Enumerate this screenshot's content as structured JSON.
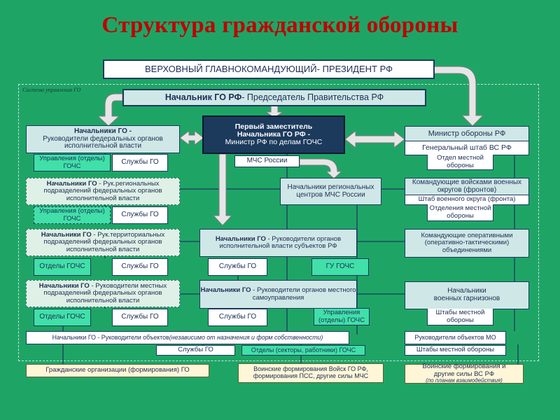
{
  "title": "Структура гражданской обороны",
  "system_label": "Система управления ГО",
  "supreme": {
    "bold": "ВЕРХОВНЫЙ ГЛАВНОКОМАНДУЮЩИЙ",
    "rest": " - ПРЕЗИДЕНТ РФ"
  },
  "chief": {
    "bold": "Начальник ГО РФ",
    "rest": " - Председатель Правительства РФ"
  },
  "first_deputy": {
    "line1": "Первый заместитель",
    "line2": "Начальника ГО РФ -",
    "line3": "Министр РФ по делам ГОЧС"
  },
  "mchs": "МЧС России",
  "minister_defense": "Министр обороны РФ",
  "general_staff": "Генеральный штаб ВС РФ",
  "local_defense_dept": "Отдел местной обороны",
  "federal_heads": {
    "bold": "Начальники ГО -",
    "rest": "Руководители федеральных органов исполнительной власти"
  },
  "gochs_depts_1": "Управления (отделы) ГОЧС",
  "go_services_1": "Службы ГО",
  "regional_heads": {
    "bold": "Начальники ГО",
    "rest": " - Рук.региональных подразделений федеральных органов исполнительной власти"
  },
  "gochs_depts_2": "Управления (отделы) ГОЧС",
  "go_services_2": "Службы ГО",
  "regional_centers": "Начальники региональных центров МЧС России",
  "district_commanders": "Командующие войсками военных округов (фронтов)",
  "district_hq": "Штаб военного округа (фронта)",
  "local_defense_depts": "Отделения местной обороны",
  "territorial_heads": {
    "bold": "Начальники ГО",
    "rest": " - Рук.территориальных подразделений федеральных органов исполнительной власти"
  },
  "subjects_heads": {
    "bold": "Начальники ГО",
    "rest": " - Руководители органов исполнительной власти субъектов РФ"
  },
  "operational_commanders": "Командующие оперативными (оперативно-тактическими) объединениями",
  "gochs_depts_3": "Отделы ГОЧС",
  "go_services_3": "Службы ГО",
  "go_services_4": "Службы ГО",
  "gu_gochs": "ГУ ГОЧС",
  "local_federal_heads": {
    "bold": "Начальники ГО",
    "rest": " - Руководители местных подразделений федеральных органов исполнительной власти"
  },
  "local_gov_heads": {
    "bold": "Начальники ГО",
    "rest": " - Руководители органов местного самоуправления"
  },
  "garrison_heads": "Начальники военных гарнизонов",
  "gochs_depts_4": "Отделы ГОЧС",
  "go_services_5": "Службы ГО",
  "go_services_6": "Службы ГО",
  "gochs_admin": "Управления (отделы) ГОЧС",
  "local_defense_hq": "Штабы местной обороны",
  "objects_heads": {
    "main": "Начальники ГО - Руководители объектов ",
    "italic": "(независимо от назначения и форм собственности)"
  },
  "mo_objects_heads": "Руководители объектов МО",
  "go_services_7": "Службы ГО",
  "gochs_sectors": "Отделы (секторы, работники) ГОЧС",
  "local_defense_hqs": "Штабы местной обороны",
  "civil_orgs": "Гражданские организации (формирования) ГО",
  "military_go": "Воинские формирования Войск ГО РФ, формирования ПСС, другие силы МЧС",
  "military_armed": {
    "main": "Воинские формирования и другие силы ВС РФ",
    "italic": "(по планам взаимодействия)"
  },
  "colors": {
    "background": "#1ea566",
    "title": "#c00000",
    "box_fill": "#cfe7e7",
    "dark_box": "#1c3a5c",
    "highlight_green": "#40e0a8",
    "bottom_fill": "#fff6d8"
  }
}
